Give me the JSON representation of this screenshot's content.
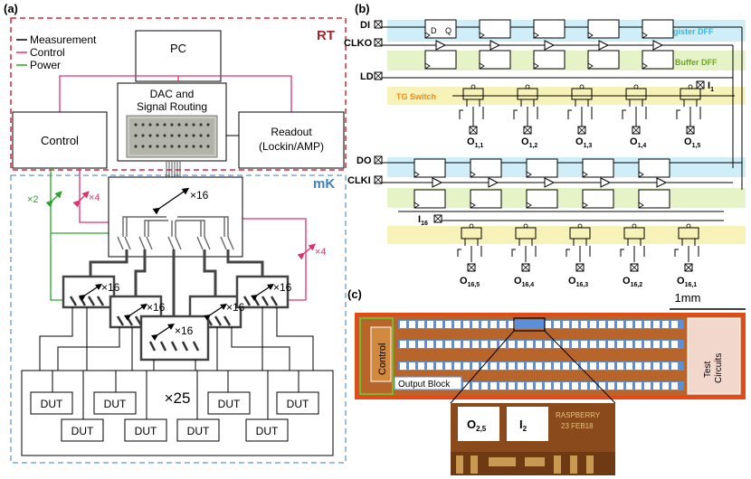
{
  "panels": {
    "a": "(a)",
    "b": "(b)",
    "c": "(c)"
  },
  "panel_a": {
    "rt_label": "RT",
    "mk_label": "mK",
    "legend": [
      {
        "label": "Measurement",
        "color": "#000000"
      },
      {
        "label": "Control",
        "color": "#e0336a"
      },
      {
        "label": "Power",
        "color": "#2aa52a"
      }
    ],
    "pc": "PC",
    "dac_line1": "DAC and",
    "dac_line2": "Signal Routing",
    "control": "Control",
    "readout_line1": "Readout",
    "readout_line2": "(Lockin/AMP)",
    "mult_x2": "×2",
    "mult_x4_left": "×4",
    "mult_x4_right": "×4",
    "mult_x16_top": "×16",
    "mult_x16_a": "×16",
    "mult_x16_b": "×16",
    "mult_x16_c": "×16",
    "mult_x16_d": "×16",
    "mult_x16_e": "×16",
    "mult_x25": "×25",
    "dut": "DUT"
  },
  "panel_b": {
    "signals": {
      "di": "DI",
      "clko": "CLKO",
      "ld": "LD",
      "do": "DO",
      "clki": "CLKI",
      "i1": "I",
      "i1_sub": "1",
      "i16": "I",
      "i16_sub": "16"
    },
    "band_labels": {
      "shift": "Shift Register DFF",
      "buffer": "Buffer DFF",
      "tg": "TG Switch"
    },
    "dff_d": "D",
    "dff_q": "Q",
    "outputs_top": [
      {
        "main": "O",
        "sub": "1,1"
      },
      {
        "main": "O",
        "sub": "1,2"
      },
      {
        "main": "O",
        "sub": "1,3"
      },
      {
        "main": "O",
        "sub": "1,4"
      },
      {
        "main": "O",
        "sub": "1,5"
      }
    ],
    "outputs_bottom": [
      {
        "main": "O",
        "sub": "16,5"
      },
      {
        "main": "O",
        "sub": "16,4"
      },
      {
        "main": "O",
        "sub": "16,3"
      },
      {
        "main": "O",
        "sub": "16,2"
      },
      {
        "main": "O",
        "sub": "16,1"
      }
    ]
  },
  "panel_c": {
    "scale": "1mm",
    "control": "Control",
    "test_line1": "Test",
    "test_line2": "Circuits",
    "output_block": "Output Block",
    "zoom_o": "O",
    "zoom_o_sub": "2,5",
    "zoom_i": "I",
    "zoom_i_sub": "2",
    "chip_text_line1": "RASPBERRY",
    "chip_text_line2": "23 FEB18"
  },
  "colors": {
    "rt_border": "#d9263a",
    "mk_border": "#7aa9d6",
    "control_line": "#e0336a",
    "power_line": "#2aa52a",
    "shift_band": "#cfeef7",
    "buffer_band": "#e6f3c6",
    "tg_band": "#f7f2b8",
    "chip_bg": "#b8652c",
    "chip_border": "#e24a1a",
    "shift_text": "#39b6e0",
    "buffer_text": "#6aa52a",
    "tg_text": "#f08a1c"
  }
}
